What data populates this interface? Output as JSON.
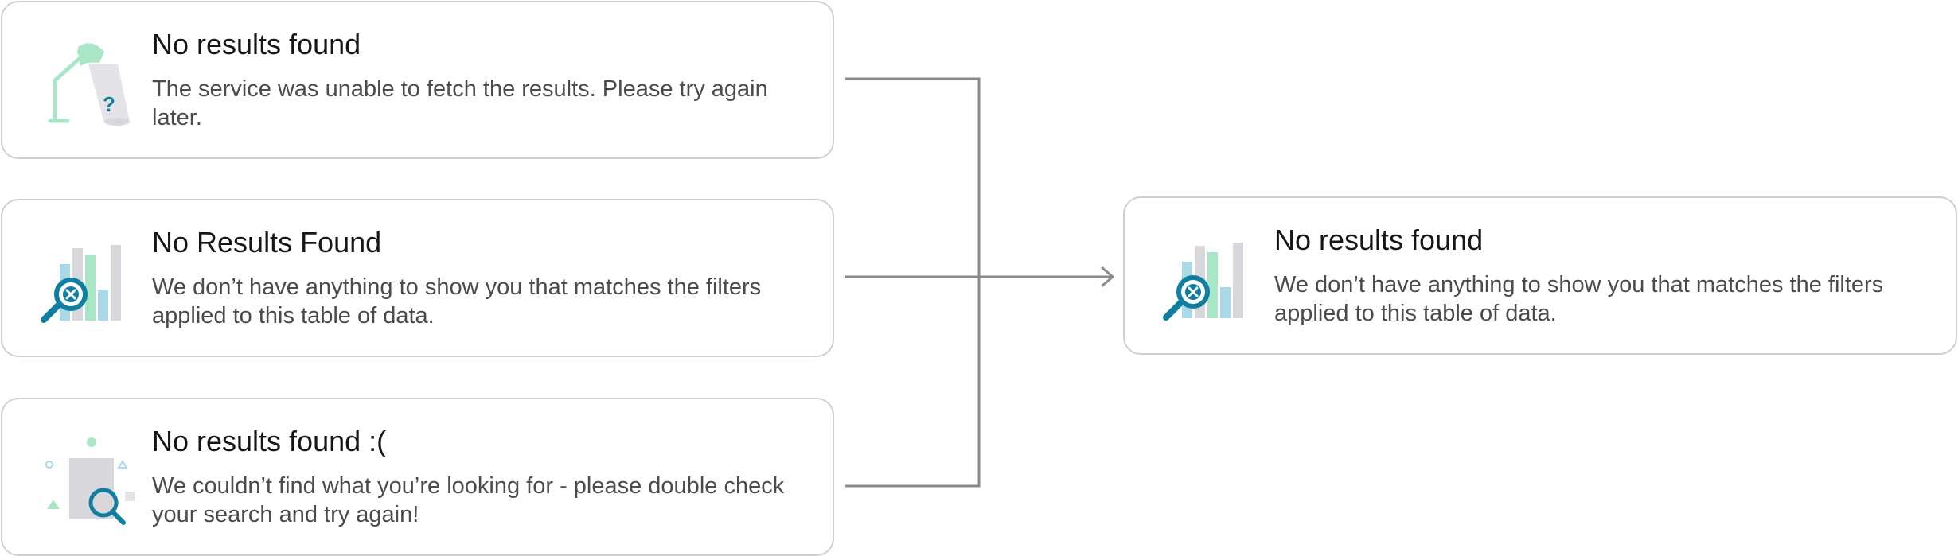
{
  "cards": [
    {
      "title": "No results found",
      "description": "The service was unable to fetch the results. Please try again later.",
      "illustration": "desk-lamp-question-icon"
    },
    {
      "title": "No Results Found",
      "description": "We don’t have anything to show you that matches the filters applied to this table of data.",
      "illustration": "bar-chart-search-icon"
    },
    {
      "title": "No results found :(",
      "description": "We couldn’t find what you’re looking for - please double check your search and try again!",
      "illustration": "shapes-magnifier-icon"
    }
  ],
  "result": {
    "title": "No results found",
    "description": "We don’t have anything to show you that matches the filters applied to this table of data.",
    "illustration": "bar-chart-search-icon"
  },
  "colors": {
    "border": "#d0d0d3",
    "connector": "#8a8a8e",
    "mint": "#a8e6c6",
    "light_blue": "#a9d9e8",
    "gray": "#d8d8dc",
    "teal": "#0f7ea0"
  }
}
